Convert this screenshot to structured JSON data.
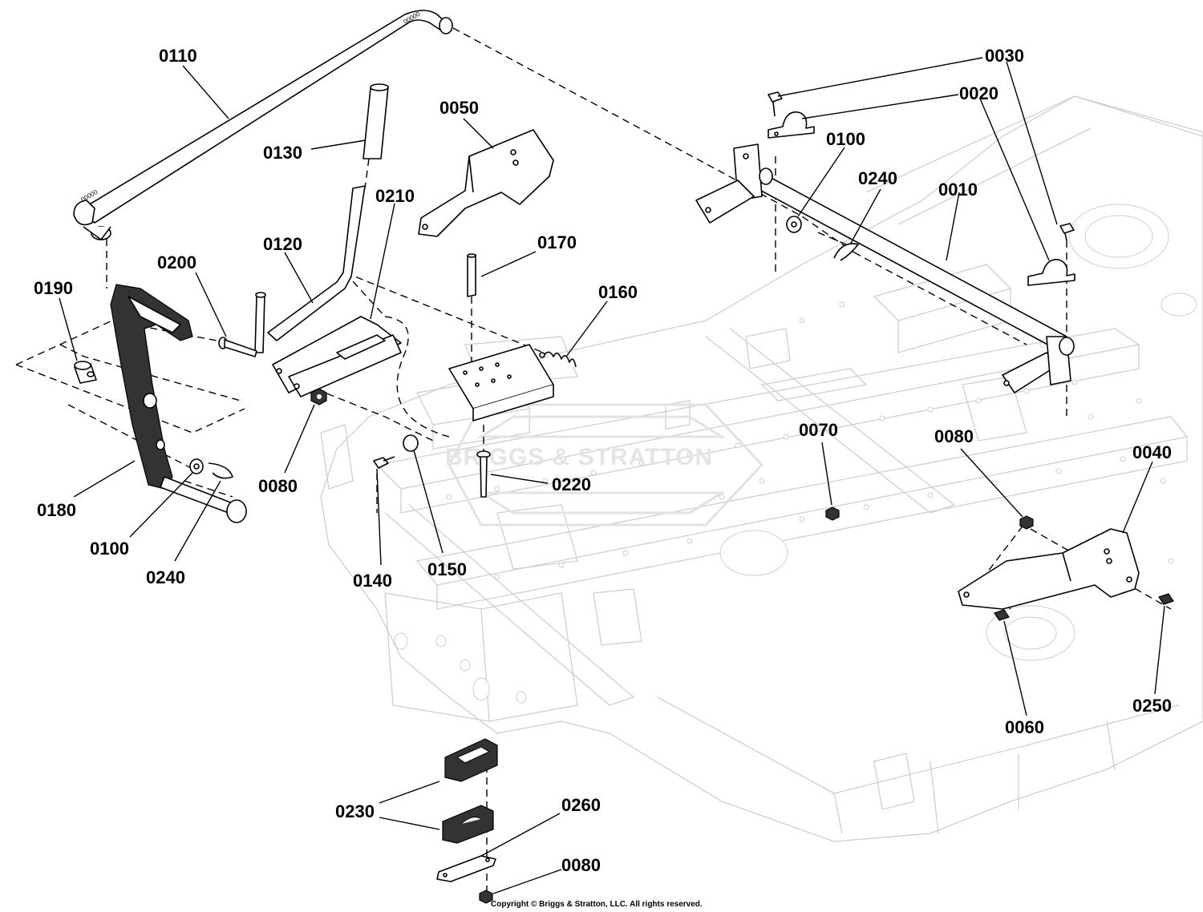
{
  "watermark": {
    "brand_text": "BRIGGS & STRATTON"
  },
  "copyright": "Copyright © Briggs & Stratton, LLC. All rights reserved.",
  "callouts": {
    "c0110": "0110",
    "c0130": "0130",
    "c0050": "0050",
    "c0210": "0210",
    "c0120": "0120",
    "c0200": "0200",
    "c0190": "0190",
    "c0170": "0170",
    "c0160": "0160",
    "c0080_a": "0080",
    "c0180": "0180",
    "c0100_a": "0100",
    "c0240_a": "0240",
    "c0140": "0140",
    "c0150": "0150",
    "c0220": "0220",
    "c0030": "0030",
    "c0020": "0020",
    "c0100_b": "0100",
    "c0240_b": "0240",
    "c0010": "0010",
    "c0070": "0070",
    "c0080_b": "0080",
    "c0040": "0040",
    "c0060": "0060",
    "c0250": "0250",
    "c0230": "0230",
    "c0260": "0260",
    "c0080_c": "0080"
  }
}
